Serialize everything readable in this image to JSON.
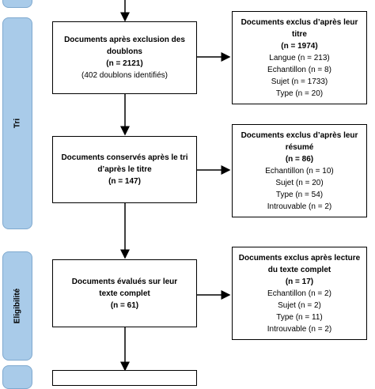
{
  "phases": {
    "tri": "Tri",
    "eligibilite": "Eligibilité"
  },
  "main": {
    "box1": {
      "title": "Documents après exclusion des doublons",
      "n": "(n = 2121)",
      "note": "(402 doublons identifiés)"
    },
    "box2": {
      "title": "Documents conservés après le tri d’après le titre",
      "n": "(n = 147)"
    },
    "box3": {
      "title": "Documents évalués sur leur texte complet",
      "n": "(n = 61)"
    }
  },
  "excluded": {
    "ex1": {
      "title": "Documents exclus d’après leur titre",
      "n": "(n = 1974)",
      "items": [
        "Langue (n = 213)",
        "Echantillon (n = 8)",
        "Sujet (n = 1733)",
        "Type (n = 20)"
      ]
    },
    "ex2": {
      "title": "Documents exclus d’après leur résumé",
      "n": "(n = 86)",
      "items": [
        "Echantillon (n = 10)",
        "Sujet (n = 20)",
        "Type (n = 54)",
        "Introuvable (n = 2)"
      ]
    },
    "ex3": {
      "title": "Documents exclus après lecture du texte complet",
      "n": "(n = 17)",
      "items": [
        "Echantillon (n = 2)",
        "Sujet (n = 2)",
        "Type (n = 11)",
        "Introuvable (n = 2)"
      ]
    }
  },
  "colors": {
    "phase_fill": "#a9cbe9",
    "line": "#000000"
  }
}
